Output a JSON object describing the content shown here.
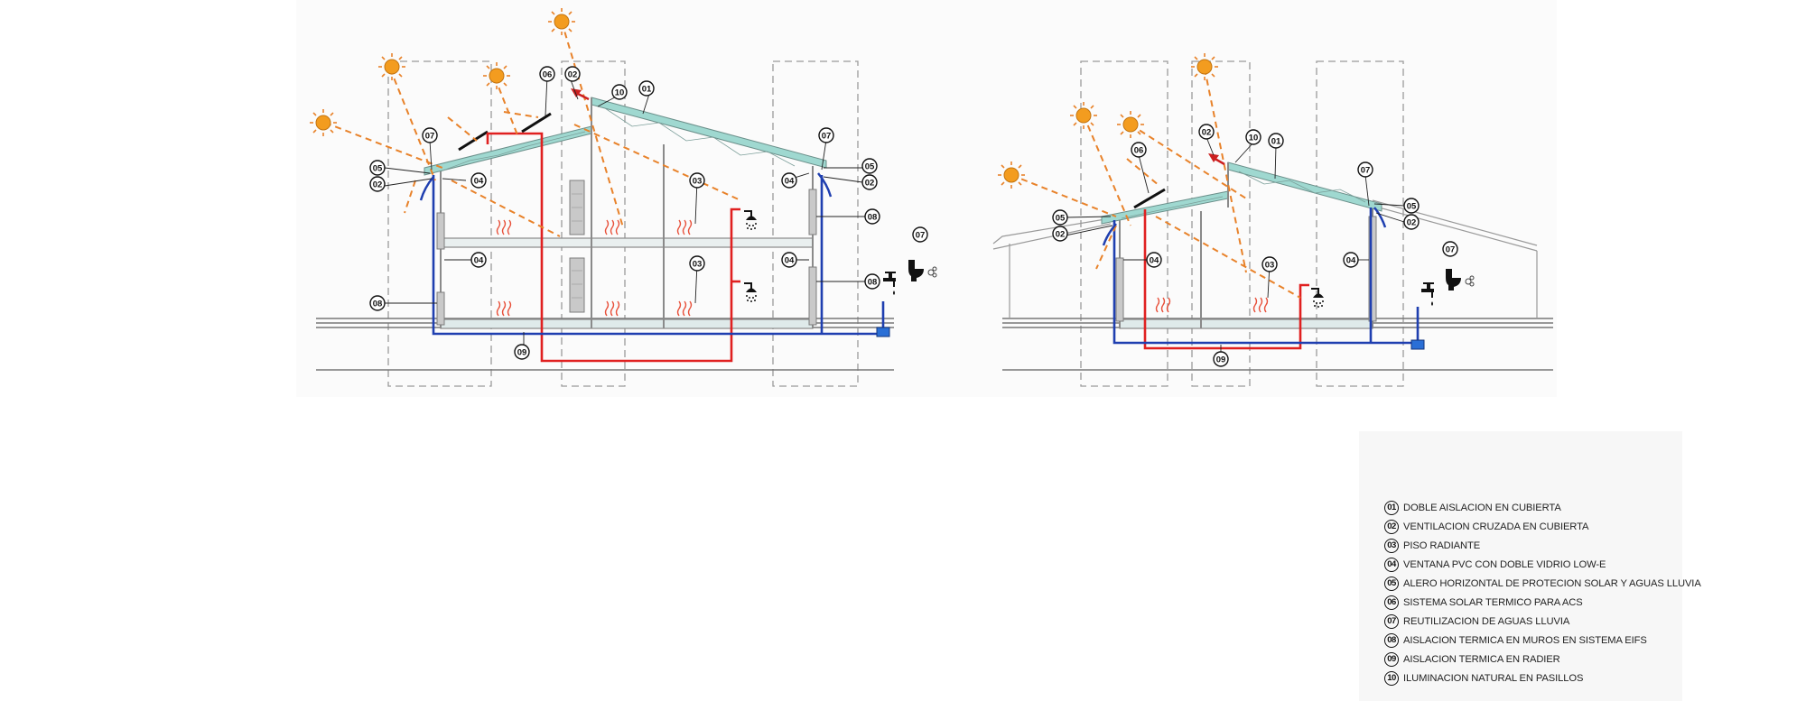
{
  "legend": [
    {
      "num": "01",
      "label": "DOBLE AISLACION EN CUBIERTA"
    },
    {
      "num": "02",
      "label": "VENTILACION CRUZADA EN CUBIERTA"
    },
    {
      "num": "03",
      "label": "PISO RADIANTE"
    },
    {
      "num": "04",
      "label": "VENTANA PVC CON DOBLE VIDRIO LOW-E"
    },
    {
      "num": "05",
      "label": "ALERO HORIZONTAL DE PROTECION SOLAR Y AGUAS LLUVIA"
    },
    {
      "num": "06",
      "label": "SISTEMA SOLAR TERMICO PARA ACS"
    },
    {
      "num": "07",
      "label": "REUTILIZACION DE AGUAS LLUVIA"
    },
    {
      "num": "08",
      "label": "AISLACION TERMICA EN MUROS EN SISTEMA EIFS"
    },
    {
      "num": "09",
      "label": "AISLACION TERMICA EN RADIER"
    },
    {
      "num": "10",
      "label": "ILUMINACION NATURAL EN PASILLOS"
    }
  ],
  "section_a_tags": {
    "t01": "01",
    "t02_roof": "02",
    "t02_left": "02",
    "t02_right": "02",
    "t03_upper": "03",
    "t03_lower": "03",
    "t04_left_up": "04",
    "t04_left_low": "04",
    "t04_right_up": "04",
    "t04_right_low": "04",
    "t05_left": "05",
    "t05_right": "05",
    "t06": "06",
    "t07_left": "07",
    "t07_right": "07",
    "t07_ground": "07",
    "t08_left": "08",
    "t08_right_up": "08",
    "t08_right_low": "08",
    "t09": "09",
    "t10": "10"
  },
  "section_b_tags": {
    "t01": "01",
    "t02_roof": "02",
    "t02_left": "02",
    "t02_right": "02",
    "t03": "03",
    "t04_left": "04",
    "t04_right": "04",
    "t05_left": "05",
    "t05_right": "05",
    "t06": "06",
    "t07_right": "07",
    "t07_ground": "07",
    "t09": "09",
    "t10": "10"
  },
  "colors": {
    "sun": "#f39c1f",
    "sun_ray": "#e8822a",
    "hot_water": "#e02020",
    "rain_water": "#1f3fb0",
    "roof_insulation": "#9fd8d0",
    "heat_wave": "#e8503a",
    "structure": "#8a8a8a",
    "ground": "#777777",
    "dashed_zone": "#9a9a9a"
  },
  "icons": [
    "sun-icon",
    "shower-icon",
    "faucet-icon",
    "toilet-icon",
    "rain-tank-icon"
  ]
}
